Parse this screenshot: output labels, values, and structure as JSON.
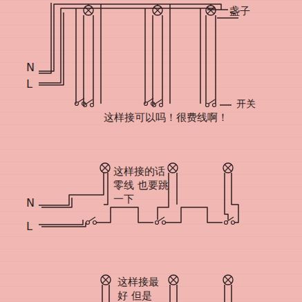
{
  "diagram": {
    "labels": [
      "N",
      "L",
      "盏子",
      "开关",
      "这样接可以吗！很费线啊！",
      "N",
      "L",
      "这样接的话 零线 也要跳一下",
      "这样接最 好 但是"
    ]
  }
}
